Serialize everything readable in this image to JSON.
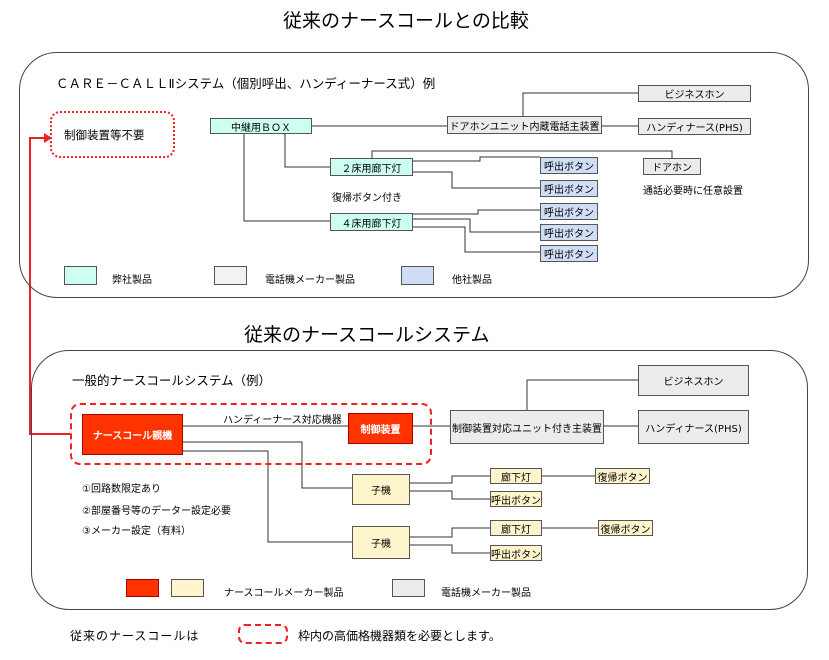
{
  "title_main": "従来のナースコールとの比較",
  "panel1": {
    "heading": "ＣＡＲＥ－ＣＡＬＬⅡシステム（個別呼出、ハンディーナース式）例",
    "no_control": "制御装置等不要",
    "relay_box": "中継用ＢＯＸ",
    "door_unit": "ドアホンユニット内蔵電話主装置",
    "business_phone": "ビジネスホン",
    "handy_nurse": "ハンディナース(PHS)",
    "lamp2": "２床用廊下灯",
    "lamp4": "４床用廊下灯",
    "call_button": "呼出ボタン",
    "doorphone": "ドアホン",
    "doorphone_note": "通話必要時に任意設置",
    "reset_note": "復帰ボタン付き",
    "legend": [
      "弊社製品",
      "電話機メーカー製品",
      "他社製品"
    ]
  },
  "title_sub": "従来のナースコールシステム",
  "panel2": {
    "heading": "一般的ナースコールシステム（例）",
    "nurse_call": "ナースコール親機",
    "handy_label": "ハンディーナース対応機器",
    "control": "制御装置",
    "main_unit": "制御装置対応ユニット付き主装置",
    "business_phone": "ビジネスホン",
    "handy_nurse": "ハンディナース(PHS)",
    "child": "子機",
    "corridor_lamp": "廊下灯",
    "reset_button": "復帰ボタン",
    "call_button": "呼出ボタン",
    "notes": [
      "①回路数限定あり",
      "②部屋番号等のデーター設定必要",
      "③メーカー設定（有料）"
    ],
    "legend": [
      "ナースコールメーカー製品",
      "電話機メーカー製品"
    ]
  },
  "footer": {
    "left": "従来のナースコールは",
    "right": "枠内の高価格機器類を必要とします。"
  }
}
